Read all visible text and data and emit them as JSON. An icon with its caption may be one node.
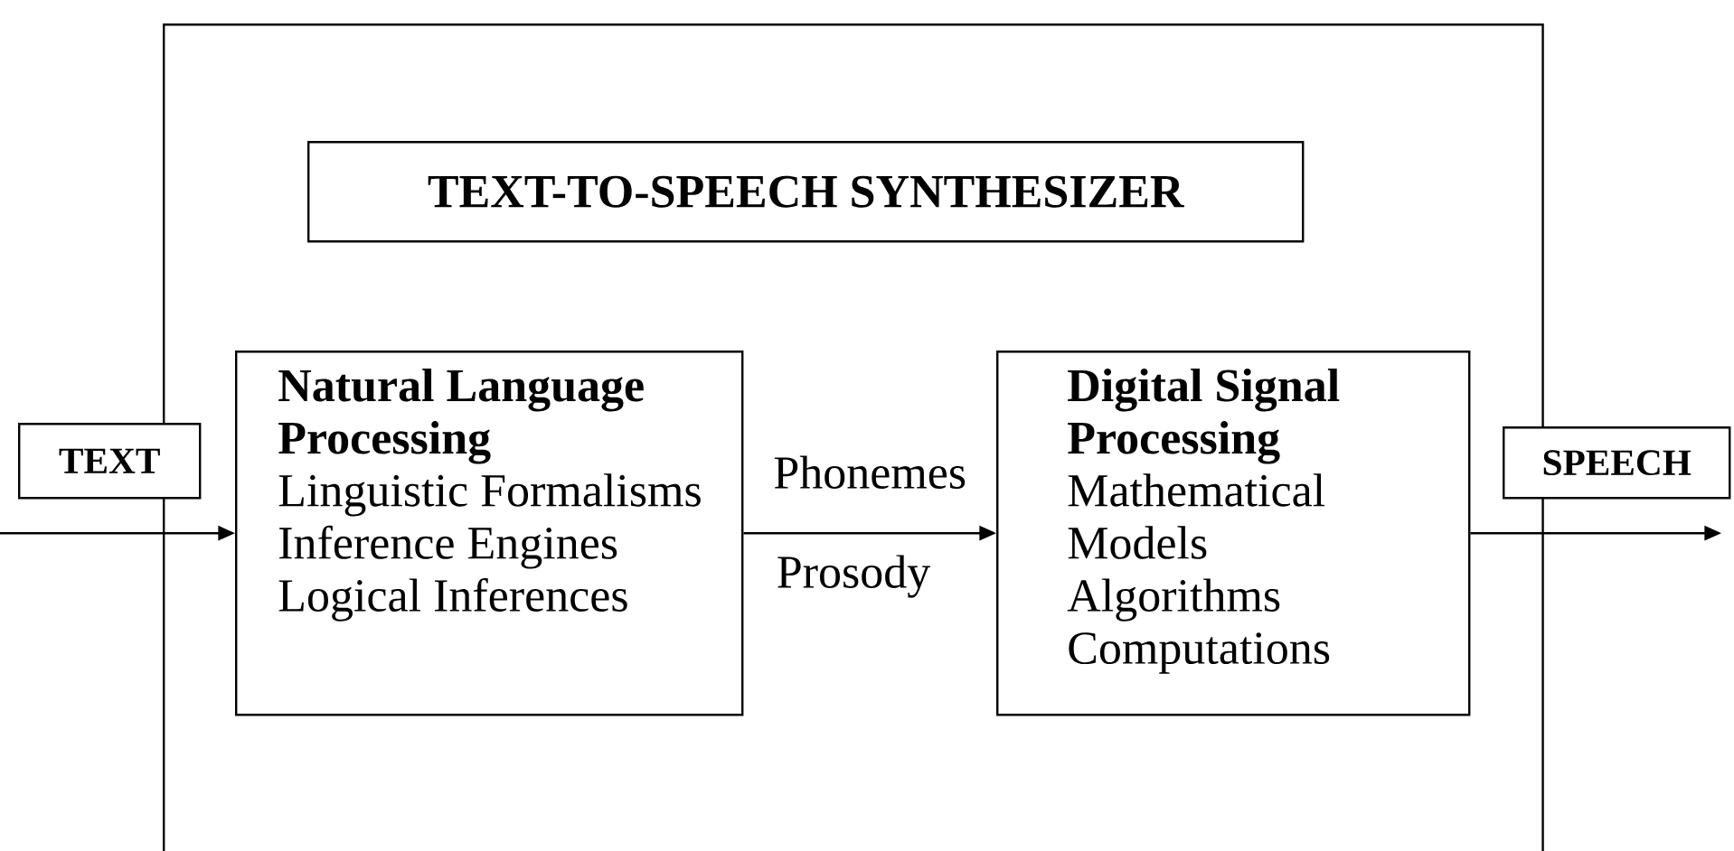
{
  "diagram": {
    "nodes": [
      {
        "text": [],
        "shape": "box"
      },
      {
        "text": [
          "TEXT-TO-SPEECH SYNTHESIZER"
        ],
        "in": 0
      },
      {
        "text": [
          "TEXT"
        ]
      },
      {
        "text": [
          "Natural Language Processing",
          "Linguistic Formalisms",
          "Inference Engines",
          "Logical Inferences"
        ],
        "in": 0
      },
      {
        "text": [
          "Digital Signal Processing",
          "Mathematical Models",
          "Algorithms",
          "Computations"
        ],
        "in": 0
      },
      {
        "text": [
          "SPEECH"
        ]
      }
    ],
    "edges": [
      {
        "from": null,
        "to": 3,
        "arrow": "to"
      },
      {
        "from": 3,
        "to": 4,
        "arrow": "to",
        "label": "Phonemes"
      },
      {
        "from": 4,
        "to": null,
        "arrow": "to"
      }
    ],
    "labels": [
      "Prosody"
    ]
  }
}
